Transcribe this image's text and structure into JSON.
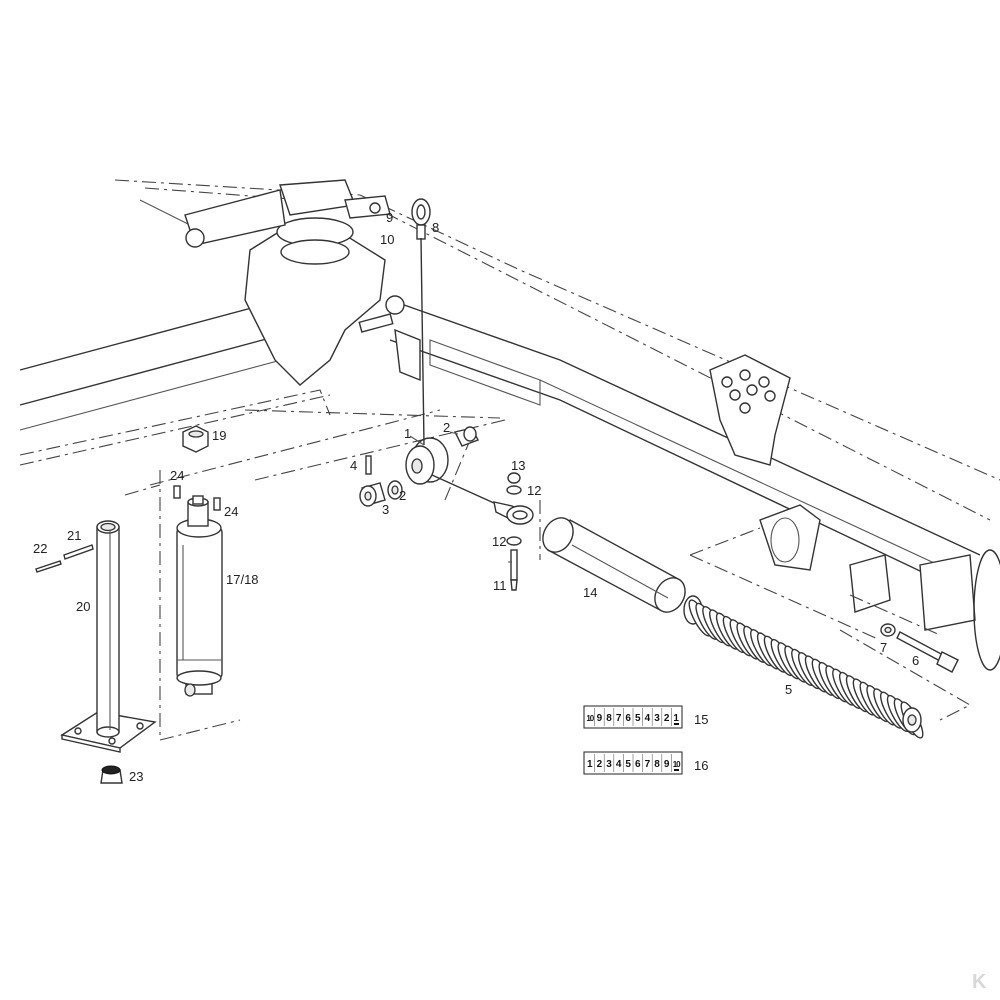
{
  "callouts": {
    "c1": "1",
    "c2a": "2",
    "c2b": "2",
    "c3": "3",
    "c4": "4",
    "c5": "5",
    "c6": "6",
    "c7": "7",
    "c8": "8",
    "c9": "9",
    "c10": "10",
    "c11": "11",
    "c12a": "12",
    "c12b": "12",
    "c13": "13",
    "c14": "14",
    "c15": "15",
    "c16": "16",
    "c1718": "17/18",
    "c19": "19",
    "c20": "20",
    "c21": "21",
    "c22": "22",
    "c23": "23",
    "c24a": "24",
    "c24b": "24"
  },
  "scale_15": [
    "10",
    "9",
    "8",
    "7",
    "6",
    "5",
    "4",
    "3",
    "2",
    "1"
  ],
  "scale_16": [
    "1",
    "2",
    "3",
    "4",
    "5",
    "6",
    "7",
    "8",
    "9",
    "10"
  ],
  "brand_mark": "K"
}
